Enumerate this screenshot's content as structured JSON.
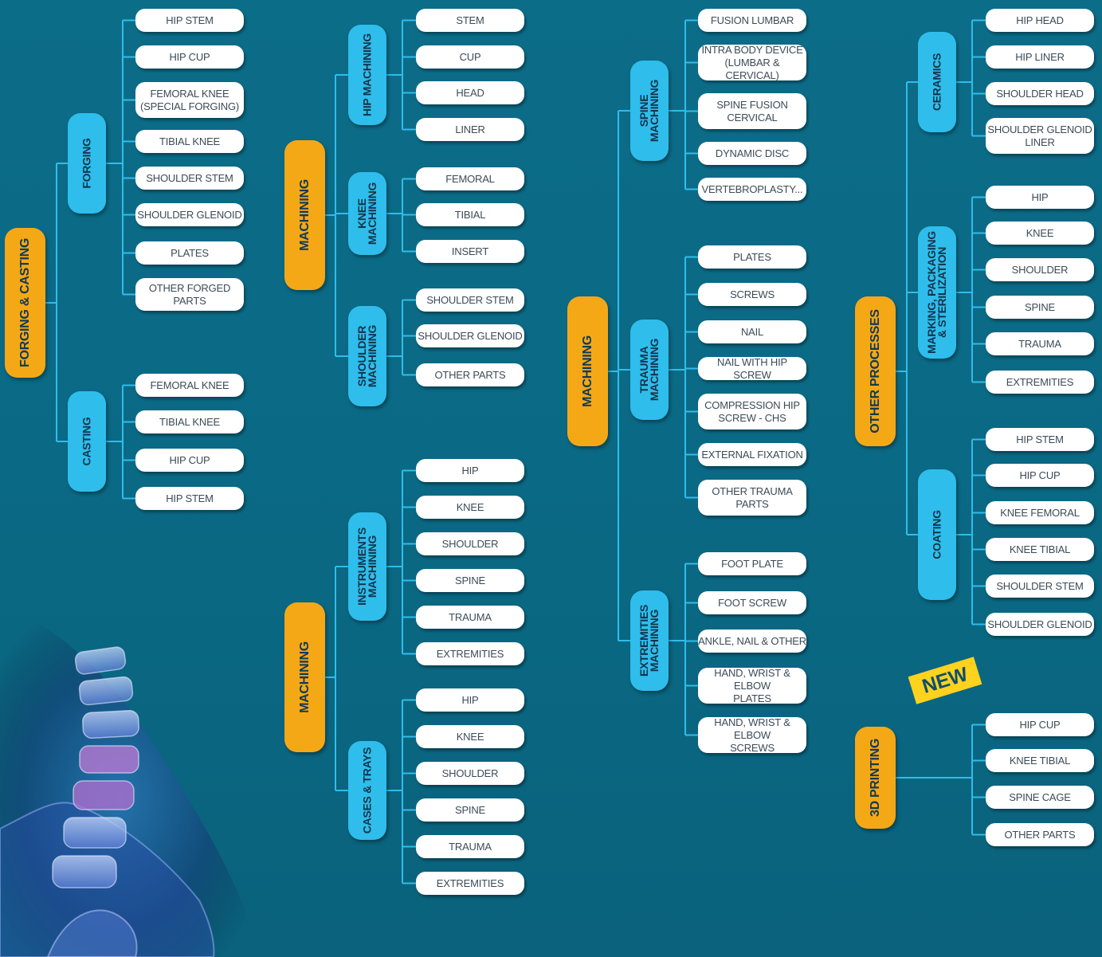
{
  "colors": {
    "background": "#0b6a86",
    "category": "#f5a816",
    "subcategory": "#2fbdec",
    "leaf": "#ffffff",
    "connector": "#2fbdec",
    "badge": "#ffd21e"
  },
  "badge_label": "NEW",
  "groups": [
    {
      "label": "FORGING & CASTING",
      "subs": [
        {
          "label": "FORGING",
          "items": [
            "HIP STEM",
            "HIP CUP",
            "FEMORAL KNEE\n(SPECIAL FORGING)",
            "TIBIAL KNEE",
            "SHOULDER STEM",
            "SHOULDER GLENOID",
            "PLATES",
            "OTHER FORGED PARTS"
          ]
        },
        {
          "label": "CASTING",
          "items": [
            "FEMORAL KNEE",
            "TIBIAL KNEE",
            "HIP CUP",
            "HIP STEM"
          ]
        }
      ]
    },
    {
      "label": "MACHINING",
      "subs": [
        {
          "label": "HIP MACHINING",
          "items": [
            "STEM",
            "CUP",
            "HEAD",
            "LINER"
          ]
        },
        {
          "label": "KNEE\nMACHINING",
          "items": [
            "FEMORAL",
            "TIBIAL",
            "INSERT"
          ]
        },
        {
          "label": "SHOULDER\nMACHINING",
          "items": [
            "SHOULDER STEM",
            "SHOULDER GLENOID",
            "OTHER PARTS"
          ]
        }
      ]
    },
    {
      "label": "MACHINING",
      "subs": [
        {
          "label": "INSTRUMENTS\nMACHINING",
          "items": [
            "HIP",
            "KNEE",
            "SHOULDER",
            "SPINE",
            "TRAUMA",
            "EXTREMITIES"
          ]
        },
        {
          "label": "CASES & TRAYS",
          "items": [
            "HIP",
            "KNEE",
            "SHOULDER",
            "SPINE",
            "TRAUMA",
            "EXTREMITIES"
          ]
        }
      ]
    },
    {
      "label": "MACHINING",
      "subs": [
        {
          "label": "SPINE\nMACHINING",
          "items": [
            "FUSION LUMBAR",
            "INTRA BODY DEVICE\n(LUMBAR & CERVICAL)",
            "SPINE FUSION\nCERVICAL",
            "DYNAMIC DISC",
            "VERTEBROPLASTY..."
          ]
        },
        {
          "label": "TRAUMA\nMACHINING",
          "items": [
            "PLATES",
            "SCREWS",
            "NAIL",
            "NAIL WITH HIP SCREW",
            "COMPRESSION HIP\nSCREW - CHS",
            "EXTERNAL FIXATION",
            "OTHER TRAUMA\nPARTS"
          ]
        },
        {
          "label": "EXTREMITIES\nMACHINING",
          "items": [
            "FOOT PLATE",
            "FOOT SCREW",
            "ANKLE, NAIL & OTHER",
            "HAND, WRIST & ELBOW\nPLATES",
            "HAND, WRIST & ELBOW\nSCREWS"
          ]
        }
      ]
    },
    {
      "label": "OTHER PROCESSES",
      "subs": [
        {
          "label": "CERAMICS",
          "items": [
            "HIP HEAD",
            "HIP LINER",
            "SHOULDER HEAD",
            "SHOULDER GLENOID\nLINER"
          ]
        },
        {
          "label": "MARKING, PACKAGING\n& STERILIZATION",
          "items": [
            "HIP",
            "KNEE",
            "SHOULDER",
            "SPINE",
            "TRAUMA",
            "EXTREMITIES"
          ]
        },
        {
          "label": "COATING",
          "items": [
            "HIP STEM",
            "HIP CUP",
            "KNEE FEMORAL",
            "KNEE TIBIAL",
            "SHOULDER STEM",
            "SHOULDER GLENOID"
          ]
        }
      ]
    },
    {
      "label": "3D PRINTING",
      "subs": [],
      "items": [
        "HIP CUP",
        "KNEE TIBIAL",
        "SPINE CAGE",
        "OTHER PARTS"
      ]
    }
  ]
}
